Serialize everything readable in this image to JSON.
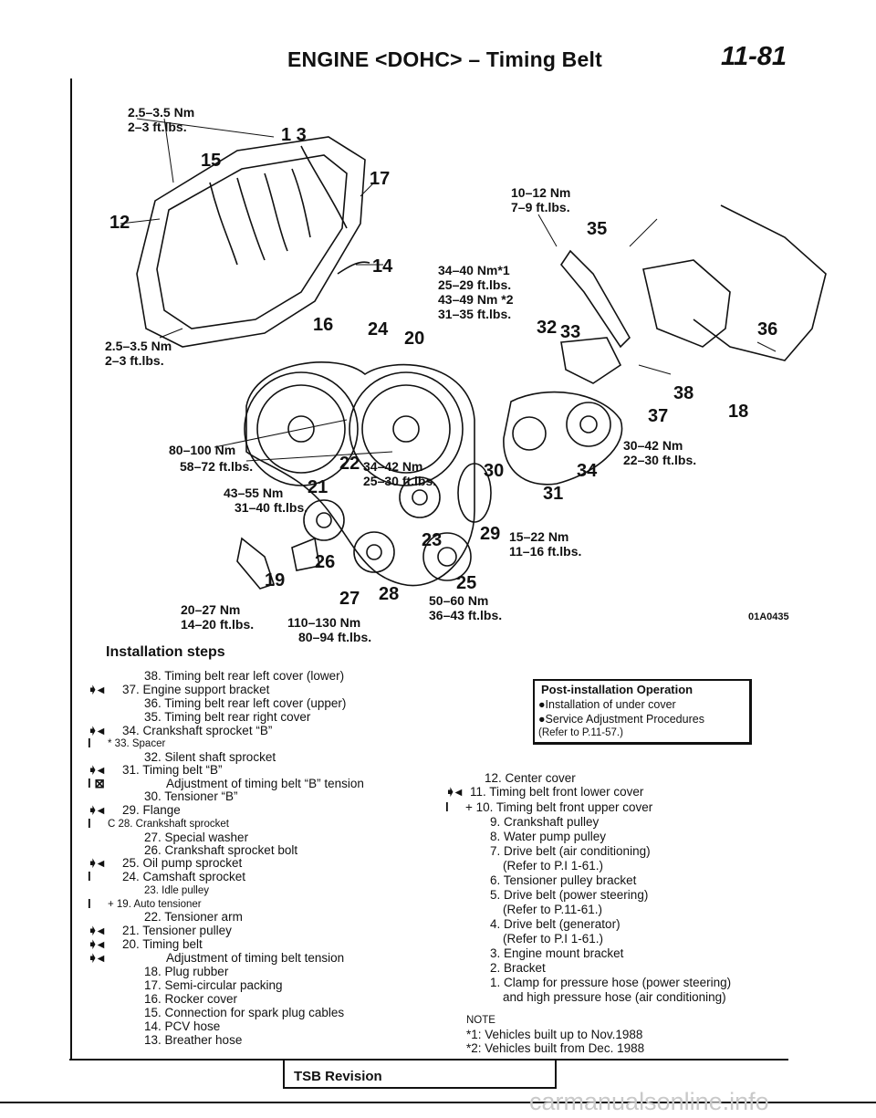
{
  "header": {
    "title": "ENGINE <DOHC> – Timing Belt",
    "page": "11-81"
  },
  "figure": {
    "code": "01A0435",
    "torque_labels": [
      {
        "id": "t1",
        "nm": "2.5–3.5 Nm",
        "ftlbs": "2–3 ft.lbs."
      },
      {
        "id": "t2",
        "nm": "2.5–3.5 Nm",
        "ftlbs": "2–3 ft.lbs."
      },
      {
        "id": "t3",
        "nm": "10–12 Nm",
        "ftlbs": "7–9 ft.lbs."
      },
      {
        "id": "t4",
        "nm": "34–40 Nm*1",
        "ftlbs": "25–29 ft.lbs."
      },
      {
        "id": "t5",
        "nm": "43–49 Nm  *2",
        "ftlbs": "31–35 ft.lbs."
      },
      {
        "id": "t6",
        "nm": "80–100 Nm",
        "ftlbs": "58–72 ft.lbs."
      },
      {
        "id": "t7",
        "nm": "34–42 Nm",
        "ftlbs": "25–30 ft.lbs."
      },
      {
        "id": "t8",
        "nm": "43–55 Nm",
        "ftlbs": "31–40 ft.lbs."
      },
      {
        "id": "t9",
        "nm": "30–42 Nm",
        "ftlbs": "22–30 ft.lbs."
      },
      {
        "id": "t10",
        "nm": "15–22 Nm",
        "ftlbs": "11–16 ft.lbs."
      },
      {
        "id": "t11",
        "nm": "20–27 Nm",
        "ftlbs": "14–20 ft.lbs."
      },
      {
        "id": "t12",
        "nm": "110–130 Nm",
        "ftlbs": "80–94 ft.lbs."
      },
      {
        "id": "t13",
        "nm": "50–60 Nm",
        "ftlbs": "36–43 ft.lbs."
      }
    ],
    "part_numbers": [
      "1 3",
      "15",
      "17",
      "12",
      "14",
      "16",
      "24",
      "20",
      "35",
      "32",
      "33",
      "36",
      "38",
      "37",
      "18",
      "22",
      "21",
      "30",
      "34",
      "31",
      "29",
      "23",
      "26",
      "19",
      "27",
      "28",
      "25"
    ]
  },
  "installation": {
    "title": "Installation steps",
    "left_steps": [
      {
        "mark": "",
        "text": "38. Timing belt rear left cover (lower)"
      },
      {
        "mark": "➧◂",
        "text": "37. Engine support bracket"
      },
      {
        "mark": "",
        "text": "36. Timing belt rear left cover (upper)"
      },
      {
        "mark": "",
        "text": "35. Timing belt rear right cover"
      },
      {
        "mark": "➧◂",
        "text": "34. Crankshaft sprocket “B”"
      },
      {
        "mark": "l",
        "text": "* 33. Spacer"
      },
      {
        "mark": "",
        "text": "32. Silent shaft sprocket"
      },
      {
        "mark": "➧◂",
        "text": "31. Timing belt “B”"
      },
      {
        "mark": "l ⊠",
        "text": "Adjustment of timing belt “B” tension"
      },
      {
        "mark": "",
        "text": "30. Tensioner “B”"
      },
      {
        "mark": "➧◂",
        "text": "29. Flange"
      },
      {
        "mark": "l",
        "text": "C 28. Crankshaft sprocket"
      },
      {
        "mark": "",
        "text": "27. Special washer"
      },
      {
        "mark": "",
        "text": "26. Crankshaft sprocket bolt"
      },
      {
        "mark": "➧◂",
        "text": "25. Oil pump sprocket"
      },
      {
        "mark": "l",
        "text": "24. Camshaft sprocket"
      },
      {
        "mark": "",
        "text": "23. Idle pulley"
      },
      {
        "mark": "l",
        "text": "+ 19. Auto tensioner"
      },
      {
        "mark": "",
        "text": "22. Tensioner arm"
      },
      {
        "mark": "➧◂",
        "text": "21. Tensioner pulley"
      },
      {
        "mark": "➧◂",
        "text": "20. Timing belt"
      },
      {
        "mark": "➧◂",
        "text": "Adjustment of timing belt tension"
      },
      {
        "mark": "",
        "text": "18. Plug rubber"
      },
      {
        "mark": "",
        "text": "17. Semi-circular packing"
      },
      {
        "mark": "",
        "text": "16. Rocker cover"
      },
      {
        "mark": "",
        "text": "15. Connection for spark plug cables"
      },
      {
        "mark": "",
        "text": "14. PCV hose"
      },
      {
        "mark": "",
        "text": "13. Breather hose"
      }
    ],
    "right_steps": [
      {
        "mark": "",
        "text": "12. Center cover"
      },
      {
        "mark": "➧◂",
        "text": "11. Timing belt front lower cover"
      },
      {
        "mark": "l",
        "text": "+ 10. Timing belt front upper cover"
      },
      {
        "mark": "",
        "text": "9. Crankshaft pulley"
      },
      {
        "mark": "",
        "text": "8. Water pump pulley"
      },
      {
        "mark": "",
        "text": "7. Drive belt (air conditioning)"
      },
      {
        "mark": "",
        "text": "(Refer to P.I 1-61.)"
      },
      {
        "mark": "",
        "text": "6. Tensioner pulley bracket"
      },
      {
        "mark": "",
        "text": "5. Drive belt (power steering)"
      },
      {
        "mark": "",
        "text": "(Refer to P.11-61.)"
      },
      {
        "mark": "",
        "text": "4. Drive belt (generator)"
      },
      {
        "mark": "",
        "text": "(Refer to P.I 1-61.)"
      },
      {
        "mark": "",
        "text": "3. Engine mount bracket"
      },
      {
        "mark": "",
        "text": "2. Bracket"
      },
      {
        "mark": "",
        "text": "1. Clamp for pressure hose (power steering)"
      },
      {
        "mark": "",
        "text": "and high pressure hose (air conditioning)"
      }
    ]
  },
  "post_installation": {
    "title": "Post-installation Operation",
    "lines": [
      "●Installation of under cover",
      "●Service Adjustment Procedures",
      "(Refer to P.11-57.)"
    ]
  },
  "note": {
    "label": "NOTE",
    "lines": [
      "*1: Vehicles built up to Nov.1988",
      "*2: Vehicles built from Dec. 1988"
    ]
  },
  "footer": {
    "tsb": "TSB Revision",
    "watermark": "carmanualsonline.info"
  }
}
